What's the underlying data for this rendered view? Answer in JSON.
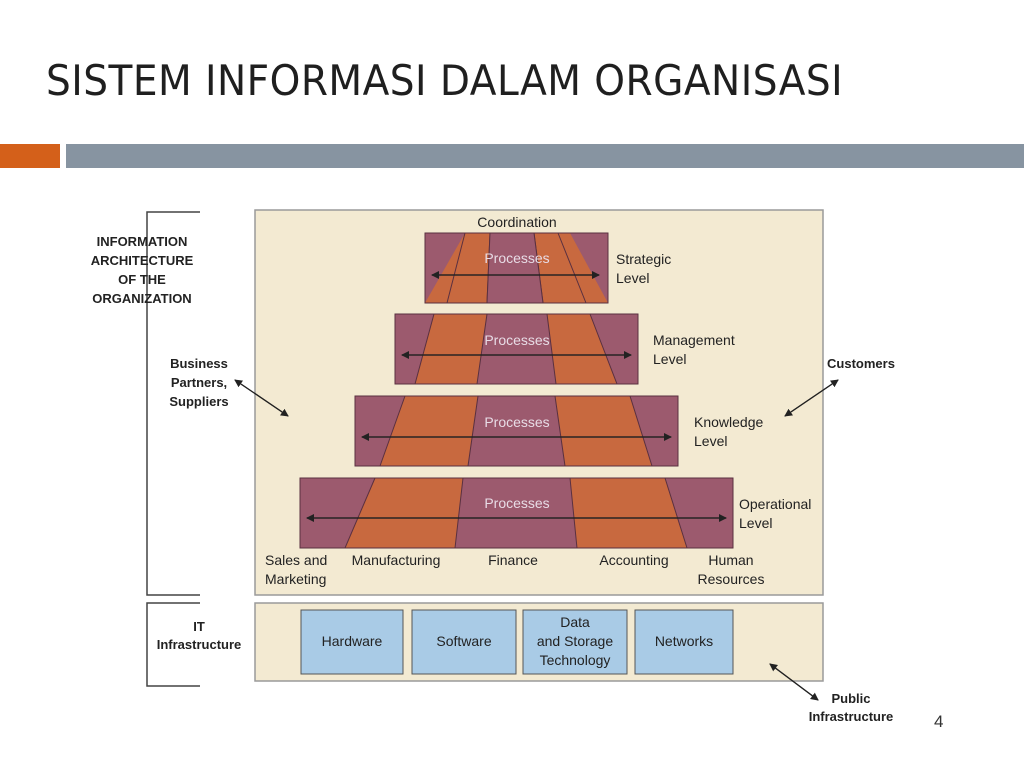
{
  "title": "SISTEM INFORMASI DALAM ORGANISASI",
  "slide_number": "4",
  "diagram": {
    "coordination": "Coordination",
    "info_arch": [
      "INFORMATION",
      "ARCHITECTURE",
      "OF THE",
      "ORGANIZATION"
    ],
    "business_partners": [
      "Business",
      "Partners,",
      "Suppliers"
    ],
    "customers": "Customers",
    "levels": [
      {
        "name": [
          "Strategic",
          "Level"
        ],
        "processes": "Processes"
      },
      {
        "name": [
          "Management",
          "Level"
        ],
        "processes": "Processes"
      },
      {
        "name": [
          "Knowledge",
          "Level"
        ],
        "processes": "Processes"
      },
      {
        "name": [
          "Operational",
          "Level"
        ],
        "processes": "Processes"
      }
    ],
    "functions": {
      "sales": [
        "Sales and",
        "Marketing"
      ],
      "manufacturing": "Manufacturing",
      "finance": "Finance",
      "accounting": "Accounting",
      "hr": [
        "Human",
        "Resources"
      ]
    },
    "it_infrastructure": [
      "IT",
      "Infrastructure"
    ],
    "it_boxes": {
      "hardware": "Hardware",
      "software": "Software",
      "data": [
        "Data",
        "and Storage",
        "Technology"
      ],
      "networks": "Networks"
    },
    "public_infra": [
      "Public",
      "Infrastructure"
    ]
  },
  "colors": {
    "accent_orange": "#d4601a",
    "bar_gray": "#8794a1",
    "panel": "#f3ead2",
    "level_purple": "#9c5a6e",
    "process_orange": "#c8693f",
    "it_box": "#a9cbe6"
  }
}
